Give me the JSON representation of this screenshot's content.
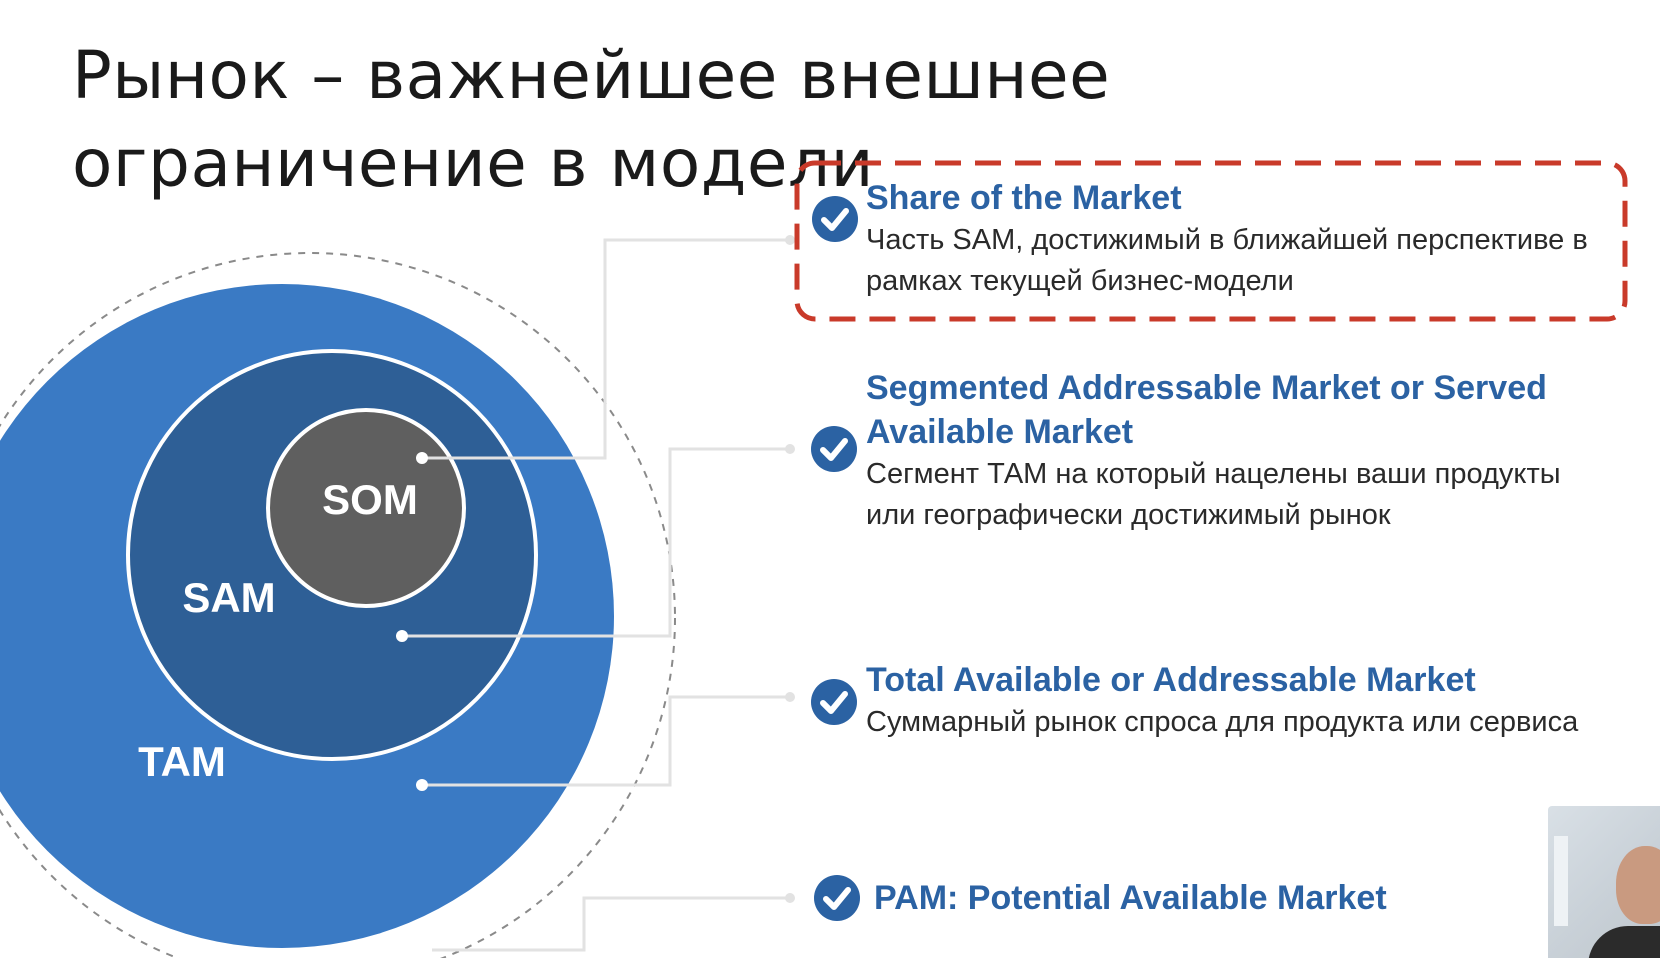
{
  "slide": {
    "title": "Рынок – важнейшее внешнее ограничение в модели"
  },
  "diagram": {
    "circles": {
      "som_label": "SOM",
      "sam_label": "SAM",
      "tam_label": "TAM"
    },
    "items": [
      {
        "heading": "Share of the Market",
        "description": "Часть SAM, достижимый в ближайшей перспективе в рамках текущей бизнес-модели",
        "highlighted": true
      },
      {
        "heading": "Segmented Addressable Market or Served Available Market",
        "description": "Сегмент ТАМ на который нацелены ваши продукты или географически достижимый рынок",
        "highlighted": false
      },
      {
        "heading": "Total Available or Addressable Market",
        "description": "Суммарный рынок спроса для продукта или сервиса",
        "highlighted": false
      },
      {
        "heading": "PAM: Potential Available Market",
        "description": "",
        "highlighted": false
      }
    ],
    "icons": {
      "check": "check-circle-icon"
    },
    "colors": {
      "tam": "#3a7ac4",
      "sam": "#2e5f96",
      "som": "#5f5f5f",
      "heading": "#2b62a3",
      "highlight_border": "#c93a2a"
    }
  }
}
